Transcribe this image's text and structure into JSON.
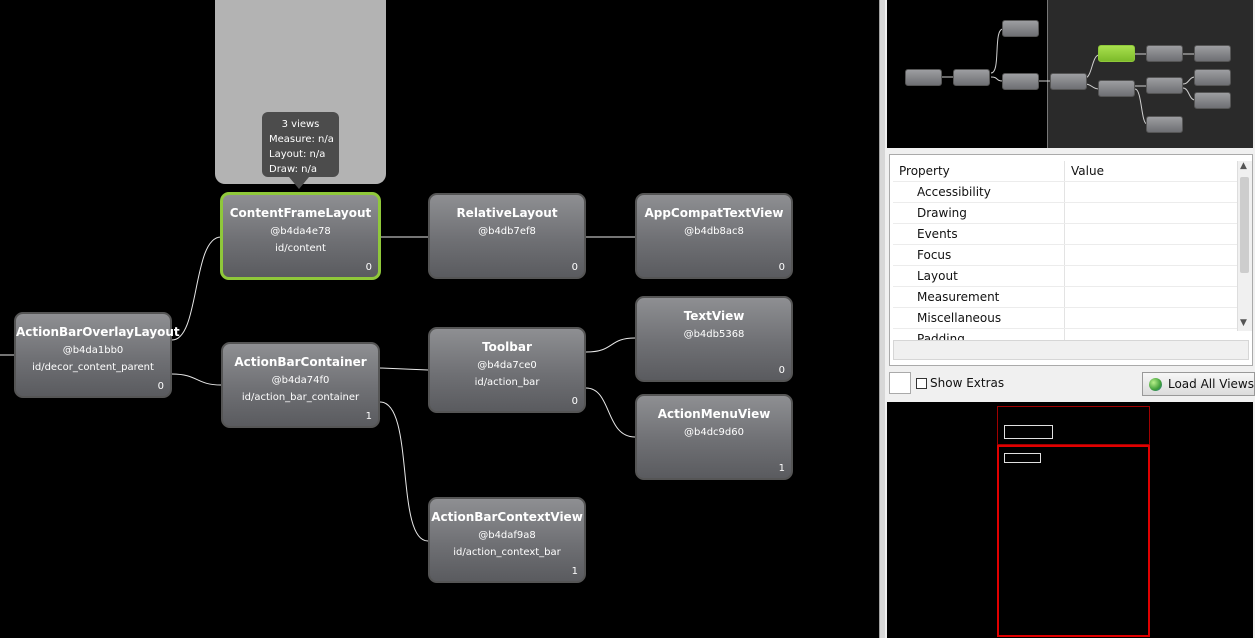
{
  "tree": {
    "nodes": [
      {
        "key": "actionbaroverlaylayout",
        "name": "ActionBarOverlayLayout",
        "hash": "@b4da1bb0",
        "id": "id/decor_content_parent",
        "count": "0"
      },
      {
        "key": "contentframelayout",
        "name": "ContentFrameLayout",
        "hash": "@b4da4e78",
        "id": "id/content",
        "count": "0"
      },
      {
        "key": "actionbarcontainer",
        "name": "ActionBarContainer",
        "hash": "@b4da74f0",
        "id": "id/action_bar_container",
        "count": "1"
      },
      {
        "key": "relativelayout",
        "name": "RelativeLayout",
        "hash": "@b4db7ef8",
        "id": "",
        "count": "0"
      },
      {
        "key": "toolbar",
        "name": "Toolbar",
        "hash": "@b4da7ce0",
        "id": "id/action_bar",
        "count": "0"
      },
      {
        "key": "actionbarcontextview",
        "name": "ActionBarContextView",
        "hash": "@b4daf9a8",
        "id": "id/action_context_bar",
        "count": "1"
      },
      {
        "key": "appcompattextview",
        "name": "AppCompatTextView",
        "hash": "@b4db8ac8",
        "id": "",
        "count": "0"
      },
      {
        "key": "textview",
        "name": "TextView",
        "hash": "@b4db5368",
        "id": "",
        "count": "0"
      },
      {
        "key": "actionmenuview",
        "name": "ActionMenuView",
        "hash": "@b4dc9d60",
        "id": "",
        "count": "1"
      }
    ],
    "selected": "contentframelayout",
    "selection_color": "#8fc83a",
    "tooltip": {
      "views": "3 views",
      "measure": "Measure: n/a",
      "layout": "Layout: n/a",
      "draw": "Draw: n/a"
    }
  },
  "properties": {
    "header_property": "Property",
    "header_value": "Value",
    "rows": [
      "Accessibility",
      "Drawing",
      "Events",
      "Focus",
      "Layout",
      "Measurement",
      "Miscellaneous",
      "Padding"
    ]
  },
  "extras": {
    "show_extras_label": "Show Extras",
    "load_all_label": "Load All Views"
  },
  "layout_preview": {
    "highlight_color": "#e00000"
  },
  "icons": {
    "load_all": "load-views-icon",
    "scroll_up": "scroll-up-arrow-icon",
    "scroll_down": "scroll-down-arrow-icon"
  }
}
